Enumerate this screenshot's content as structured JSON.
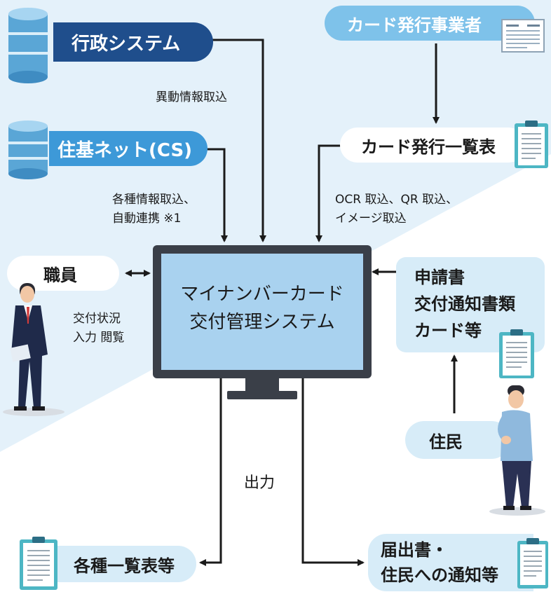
{
  "nodes": {
    "gyosei": "行政システム",
    "jyuki": "住基ネット(CS)",
    "issuer": "カード発行事業者",
    "issue_list": "カード発行一覧表",
    "staff": "職員",
    "resident": "住民",
    "system_line1": "マイナンバーカード",
    "system_line2": "交付管理システム",
    "docs_line1": "申請書",
    "docs_line2": "交付通知書類",
    "docs_line3": "カード等",
    "lists": "各種一覧表等",
    "notice_line1": "届出書・",
    "notice_line2": "住民への通知等"
  },
  "labels": {
    "ido": "異動情報取込",
    "kakushu_1": "各種情報取込、",
    "kakushu_2": "自動連携 ※1",
    "ocr_1": "OCR 取込、QR 取込、",
    "ocr_2": "イメージ取込",
    "status_1": "交付状況",
    "status_2": "入力 閲覧",
    "output": "出力"
  },
  "colors": {
    "background": "#e4f1fa",
    "dark_blue": "#1f4e8c",
    "mid_blue": "#3d99d8",
    "light_blue": "#7ec2ea",
    "pale_blue": "#d7ecf8",
    "monitor_screen": "#a9d2ef",
    "monitor_frame": "#3a3f48",
    "clipboard": "#4db6c4",
    "arrow": "#1a1a1a"
  },
  "icons": [
    "database-icon",
    "document-icon",
    "clipboard-icon",
    "monitor-icon",
    "person-icon"
  ]
}
